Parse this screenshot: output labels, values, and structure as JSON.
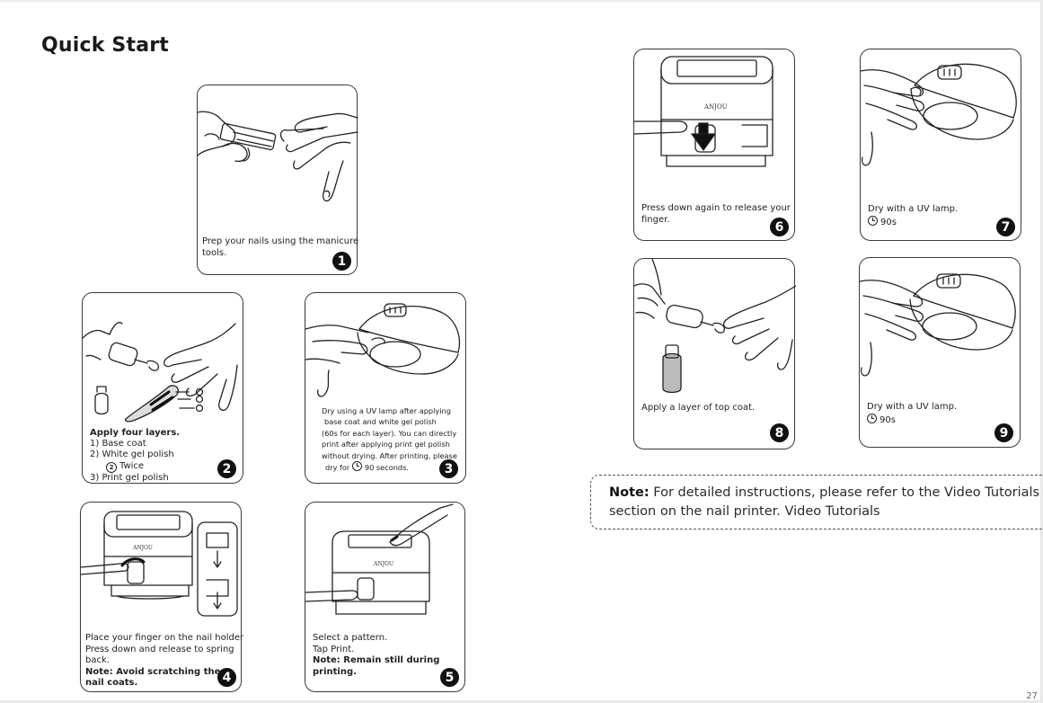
{
  "page": {
    "title": "Quick Start",
    "page_number_fragment": "27"
  },
  "device": {
    "brand": "ANJOU"
  },
  "steps": [
    {
      "number": "1",
      "caption": [
        "Prep your nails using the manicure",
        "tools."
      ]
    },
    {
      "number": "2",
      "heading": "Apply four layers.",
      "items": [
        "1)  Base coat",
        "2)  White gel polish",
        "Twice",
        "3)  Print gel polish"
      ],
      "twice_icon": "2",
      "layer_labels": [
        "③",
        "②",
        "①"
      ]
    },
    {
      "number": "3",
      "caption": [
        "Dry using a UV lamp after applying",
        "base coat and white gel polish",
        "(60s for each layer). You can directly",
        "print after applying print gel polish",
        "without drying. After printing, please"
      ],
      "last_line_prefix": "dry for",
      "last_line_suffix": "90 seconds."
    },
    {
      "number": "4",
      "caption": [
        "Place your finger on the nail holder",
        "Press down and release to spring",
        "back."
      ],
      "note": [
        "Note: Avoid scratching the",
        "nail coats."
      ]
    },
    {
      "number": "5",
      "caption": [
        "Select a pattern.",
        "Tap Print."
      ],
      "note": [
        "Note: Remain still during",
        "printing."
      ]
    },
    {
      "number": "6",
      "caption": [
        "Press down again to release your",
        "finger."
      ]
    },
    {
      "number": "7",
      "caption": [
        "Dry with a UV lamp."
      ],
      "time": "90s"
    },
    {
      "number": "8",
      "caption": [
        "Apply a layer of top coat."
      ]
    },
    {
      "number": "9",
      "caption": [
        "Dry with a UV lamp."
      ],
      "time": "90s"
    }
  ],
  "note_box": {
    "label": "Note:",
    "line1": " For detailed instructions, please refer to the Video Tutorials",
    "line2": "section on the nail printer. Video Tutorials"
  },
  "icons": [
    "timer-icon",
    "twice-icon",
    "arrow-down-icon"
  ]
}
